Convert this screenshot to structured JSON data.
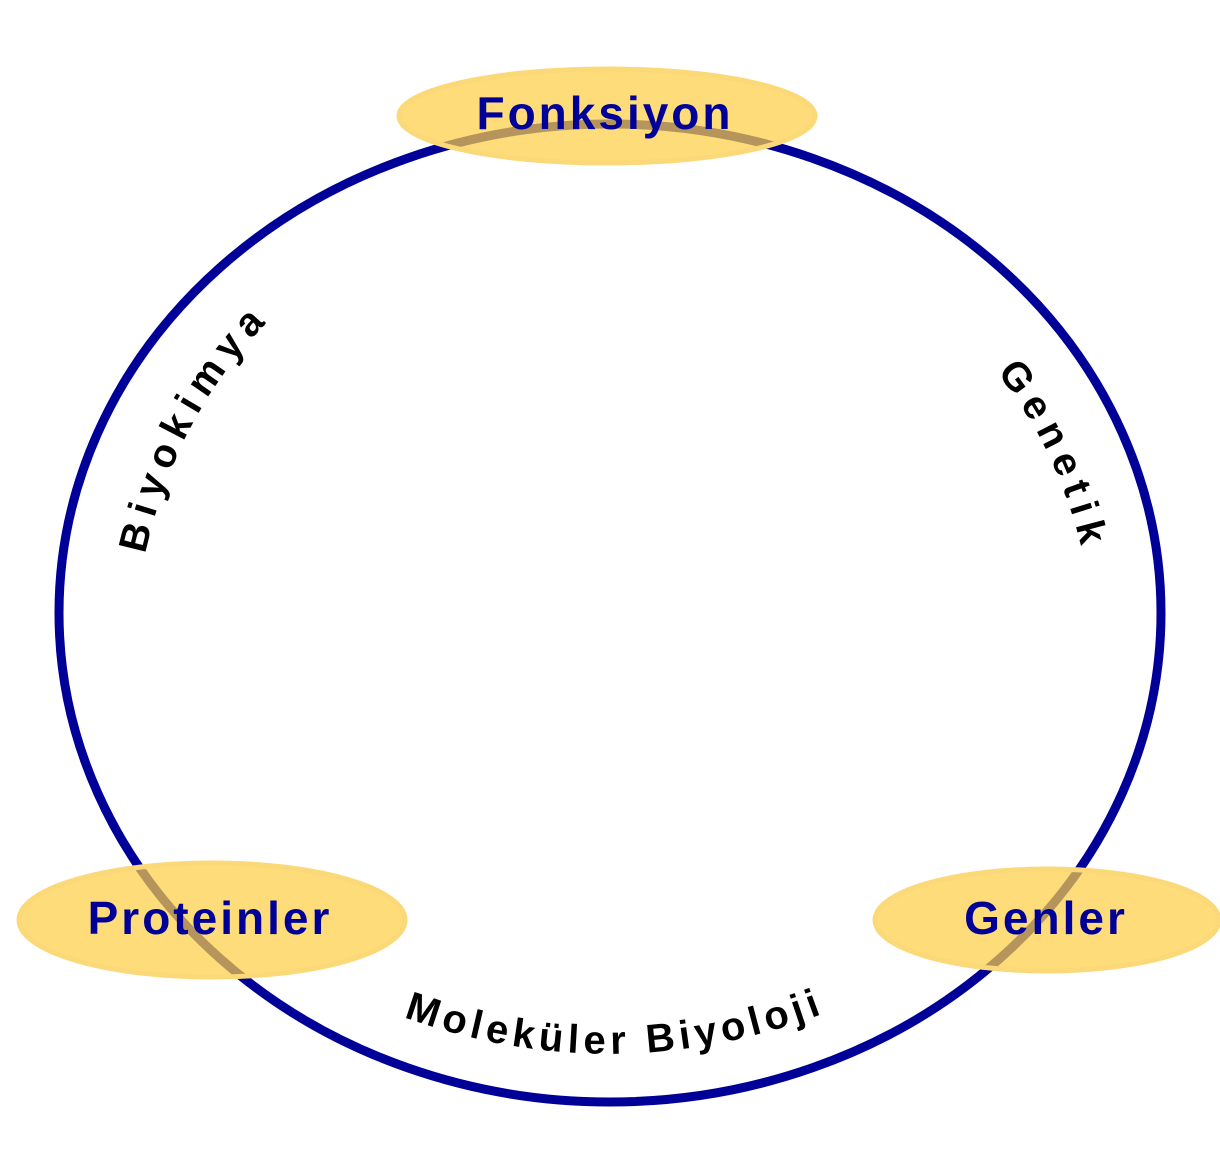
{
  "colors": {
    "ring": "#000099",
    "node_fill": "#FCCF45",
    "node_label": "#000099",
    "arc_label": "#000000"
  },
  "nodes": {
    "top": "Fonksiyon",
    "left": "Proteinler",
    "right": "Genler"
  },
  "arcs": {
    "left": "Biyokimya",
    "right": "Genetik",
    "bottom": "Moleküler Biyoloji"
  }
}
